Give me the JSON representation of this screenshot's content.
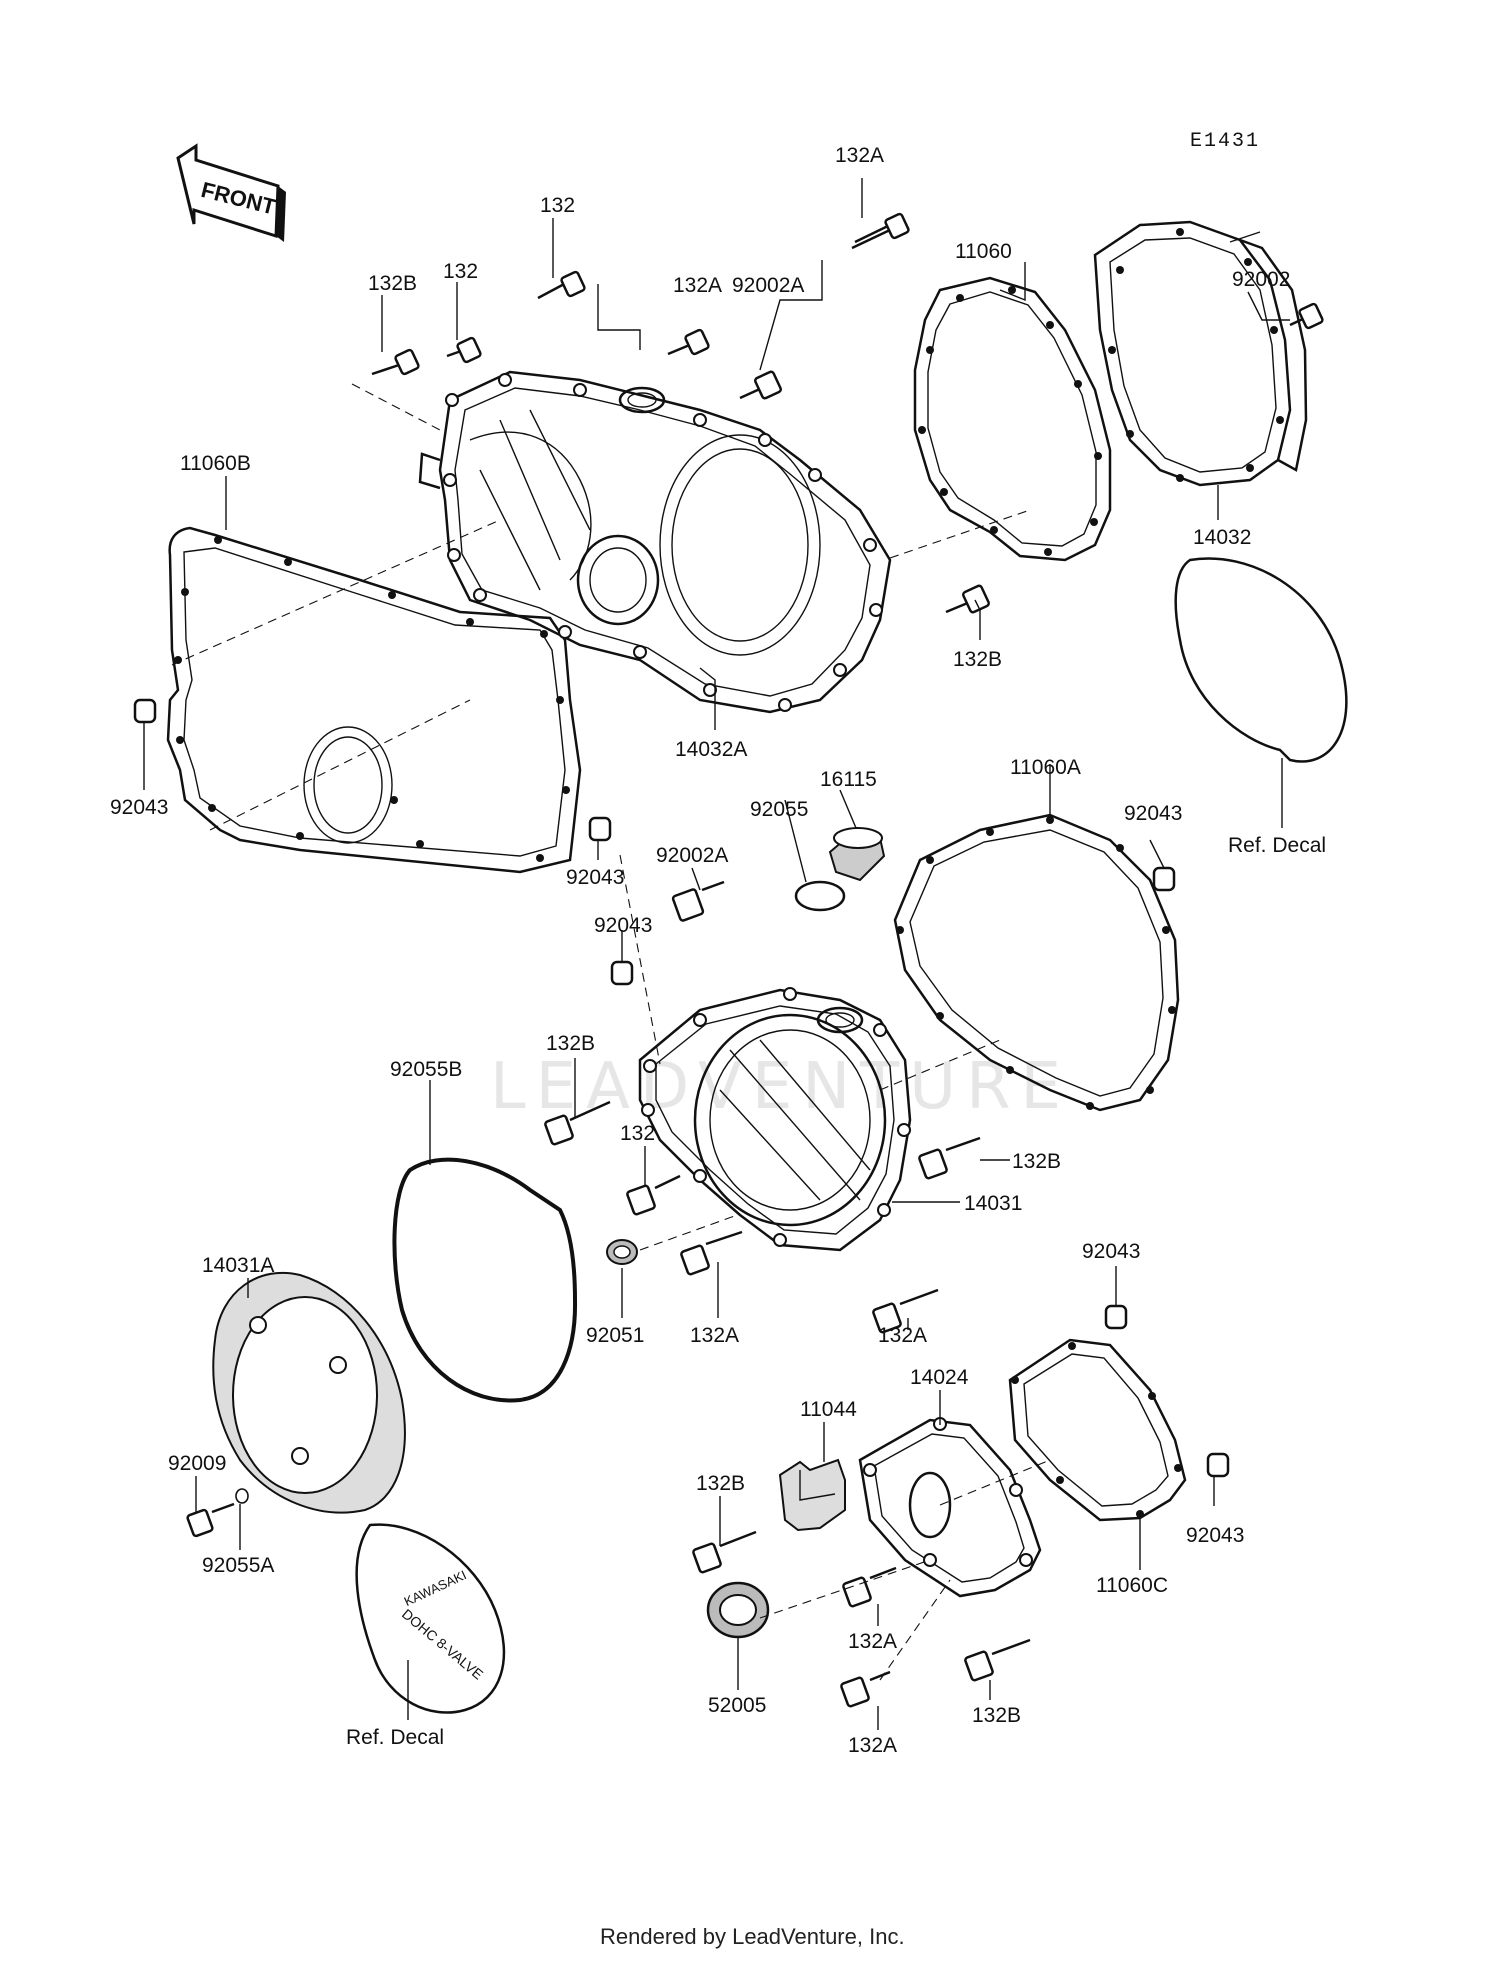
{
  "diagram_code": "E1431",
  "front_label": "FRONT",
  "watermark": "LEADVENTURE",
  "footer": "Rendered by LeadVenture, Inc.",
  "decal_text": {
    "line1": "KAWASAKI",
    "line2": "DOHC 8-VALVE"
  },
  "callouts": {
    "c_132a_top": "132A",
    "c_132_a": "132",
    "c_132_b": "132",
    "c_132b_a": "132B",
    "c_132a_b": "132A",
    "c_92002a_a": "92002A",
    "c_11060": "11060",
    "c_92002": "92002",
    "c_11060b": "11060B",
    "c_14032": "14032",
    "c_132b_b": "132B",
    "c_14032a": "14032A",
    "c_92043_a": "92043",
    "c_92043_b": "92043",
    "c_ref_decal_a": "Ref. Decal",
    "c_16115": "16115",
    "c_11060a": "11060A",
    "c_92055": "92055",
    "c_92043_c": "92043",
    "c_92002a_b": "92002A",
    "c_92043_d": "92043",
    "c_132b_c": "132B",
    "c_92055b": "92055B",
    "c_132_c": "132",
    "c_132b_d": "132B",
    "c_14031": "14031",
    "c_14031a": "14031A",
    "c_92051": "92051",
    "c_132a_c": "132A",
    "c_132a_d": "132A",
    "c_92043_e": "92043",
    "c_14024": "14024",
    "c_11044": "11044",
    "c_92009": "92009",
    "c_132b_e": "132B",
    "c_92043_f": "92043",
    "c_92055a": "92055A",
    "c_11060c": "11060C",
    "c_132a_e": "132A",
    "c_52005": "52005",
    "c_132a_f": "132A",
    "c_132b_f": "132B",
    "c_ref_decal_b": "Ref. Decal"
  }
}
